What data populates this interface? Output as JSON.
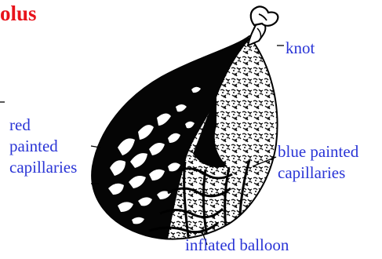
{
  "title": "olus",
  "labels": {
    "knot": "knot",
    "red_painted_capillaries": [
      "red",
      "painted",
      "capillaries"
    ],
    "blue_painted_capillaries": [
      "blue painted",
      "capillaries"
    ],
    "inflated_balloon": "inflated balloon"
  },
  "colors": {
    "title": "#e8131b",
    "labels": "#2a35d6",
    "ink": "#000000"
  }
}
